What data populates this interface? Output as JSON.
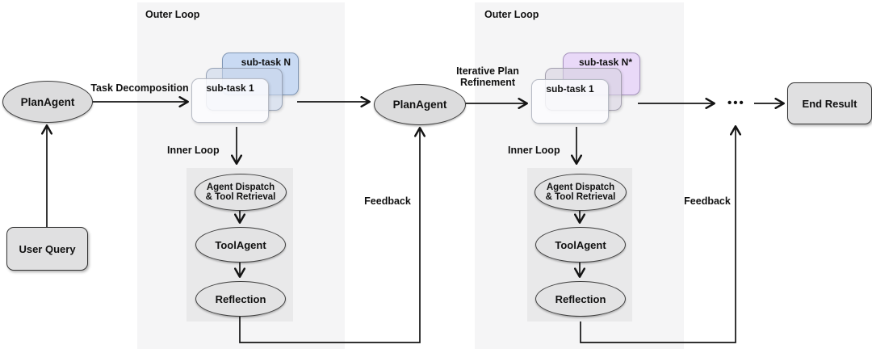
{
  "nodes": {
    "plan_agent_left": "PlanAgent",
    "plan_agent_middle": "PlanAgent",
    "user_query": "User Query",
    "end_result": "End Result"
  },
  "edge_labels": {
    "task_decomposition": "Task Decomposition",
    "iterative_plan_refinement": [
      "Iterative Plan",
      "Refinement"
    ],
    "feedback_left": "Feedback",
    "feedback_right": "Feedback",
    "ellipsis": "•••"
  },
  "loop_first": {
    "outer_label": "Outer Loop",
    "inner_label": "Inner Loop",
    "subtask_back_label": "sub-task N",
    "subtask_front_label": "sub-task 1",
    "agent_dispatch": [
      "Agent Dispatch",
      "& Tool Retrieval"
    ],
    "tool_agent": "ToolAgent",
    "reflection": "Reflection"
  },
  "loop_second": {
    "outer_label": "Outer Loop",
    "inner_label": "Inner Loop",
    "subtask_back_label": "sub-task N*",
    "subtask_front_label": "sub-task 1",
    "agent_dispatch": [
      "Agent Dispatch",
      "& Tool Retrieval"
    ],
    "tool_agent": "ToolAgent",
    "reflection": "Reflection"
  },
  "colors": {
    "background": "#ffffff",
    "outer_region": "#f5f5f6",
    "inner_box": "#e9e9ea",
    "node_fill": "#e3e3e4",
    "plan_node_fill": "#dcdcdd",
    "node_border": "#3f3f3f",
    "arrow": "#141414",
    "subtask_blue_fill": "#c9daf3",
    "subtask_blue_border": "#8096b4",
    "subtask_purple_fill": "#e9d9f8",
    "subtask_purple_border": "#a694bd",
    "text": "#111111"
  }
}
